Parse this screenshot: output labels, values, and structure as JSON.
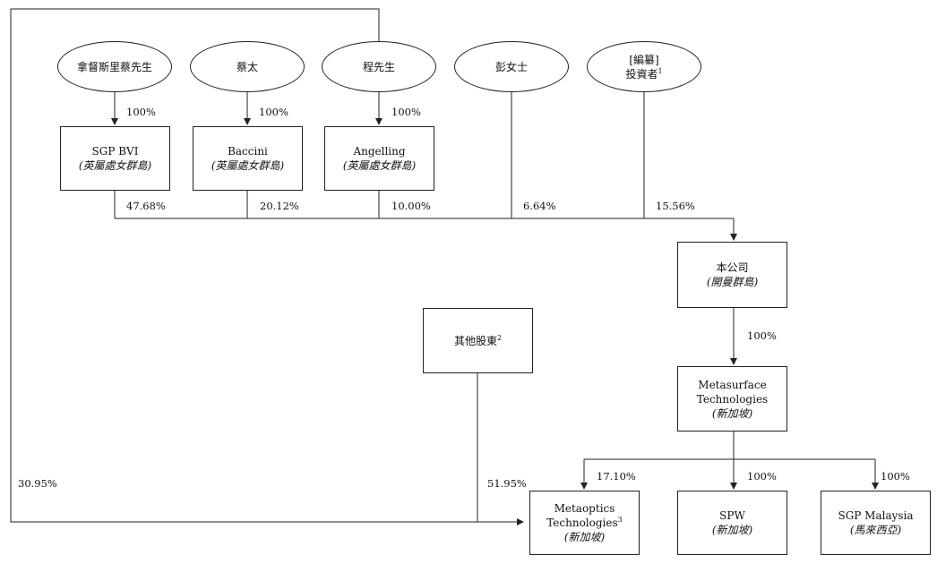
{
  "shareholders": {
    "cai_xiansheng": "拿督斯里蔡先生",
    "cai_tai": "蔡太",
    "cheng": "程先生",
    "peng": "彭女士",
    "investors_redacted": "[編纂]",
    "investors_label": "投資者",
    "investors_note": "1",
    "other": "其他股東",
    "other_note": "2"
  },
  "holding_companies": {
    "sgp_bvi": {
      "name": "SGP BVI",
      "place": "(英屬處女群島)"
    },
    "baccini": {
      "name": "Baccini",
      "place": "(英屬處女群島)"
    },
    "angelling": {
      "name": "Angelling",
      "place": "(英屬處女群島)"
    }
  },
  "company": {
    "name": "本公司",
    "place": "(開曼群島)"
  },
  "metasurface": {
    "line1": "Metasurface",
    "line2": "Technologies",
    "place": "(新加坡)"
  },
  "metaoptics": {
    "line1": "Metaoptics",
    "line2": "Technologies",
    "note": "3",
    "place": "(新加坡)"
  },
  "spw": {
    "name": "SPW",
    "place": "(新加坡)"
  },
  "sgp_malaysia": {
    "name": "SGP Malaysia",
    "place": "(馬來西亞)"
  },
  "percentages": {
    "cai_to_bvi": "100%",
    "caitai_to_baccini": "100%",
    "cheng_to_angelling": "100%",
    "bvi_to_company": "47.68%",
    "baccini_to_company": "20.12%",
    "angelling_to_company": "10.00%",
    "peng_to_company": "6.64%",
    "investors_to_company": "15.56%",
    "company_to_metasurface": "100%",
    "metasurface_to_metaoptics": "17.10%",
    "metasurface_to_spw": "100%",
    "metasurface_to_malaysia": "100%",
    "cai_to_metaoptics": "30.95%",
    "other_to_metaoptics": "51.95%"
  }
}
